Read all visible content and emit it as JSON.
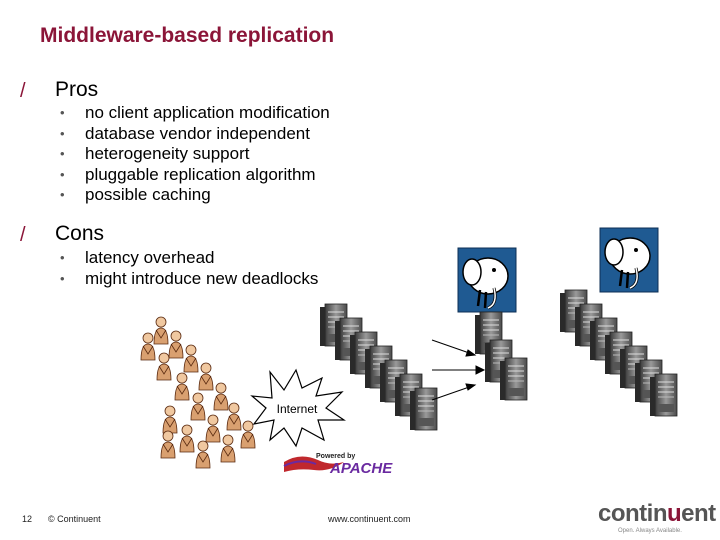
{
  "slide": {
    "title": "Middleware-based replication",
    "sections": [
      {
        "heading": "Pros",
        "marker": "/",
        "items": [
          "no client application modification",
          "database vendor independent",
          "heterogeneity support",
          "pluggable replication algorithm",
          "possible caching"
        ]
      },
      {
        "heading": "Cons",
        "marker": "/",
        "items": [
          "latency overhead",
          "might introduce new deadlocks"
        ]
      }
    ],
    "bullet_glyph": "•"
  },
  "diagram": {
    "cloud_label": "Internet",
    "badge_top": "Powered by",
    "badge_main": "APACHE",
    "icons": [
      "users-icon",
      "server-stack-icon",
      "elephant-database-icon",
      "internet-cloud-icon",
      "apache-feather-icon"
    ]
  },
  "footer": {
    "page_number": "12",
    "copyright": "© Continuent",
    "url": "www.continuent.com",
    "logo_main": "contin",
    "logo_accent": "u",
    "logo_end": "ent",
    "logo_tagline": "Open. Always Available."
  },
  "colors": {
    "accent": "#8b1538",
    "server": "#777777",
    "elephant_bg": "#1f5a92"
  }
}
